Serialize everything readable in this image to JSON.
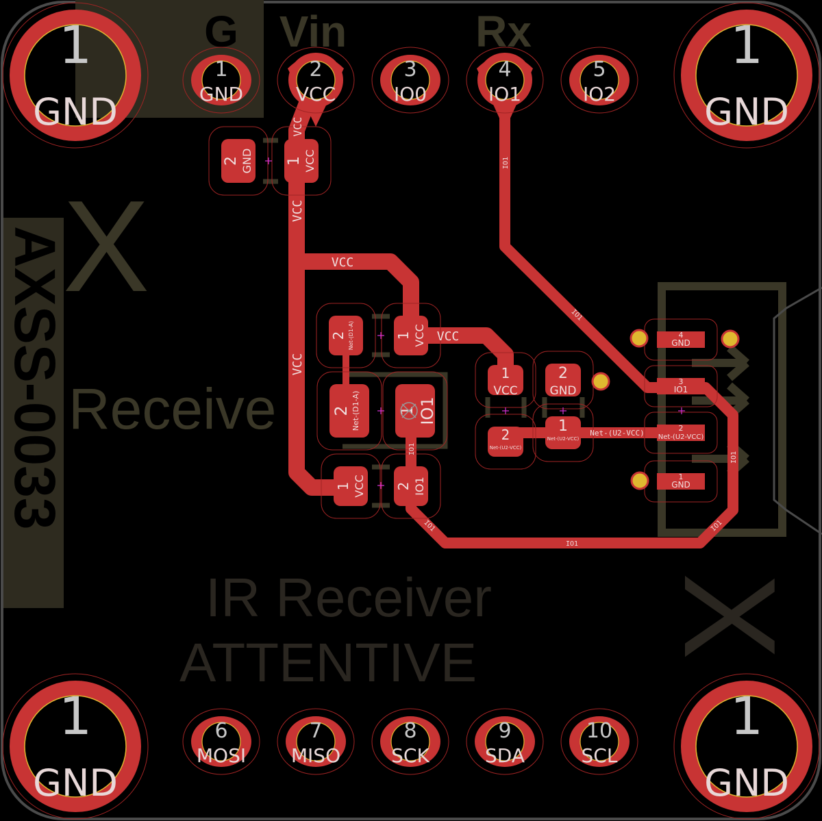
{
  "silkscreen": {
    "g": "G",
    "vin": "Vin",
    "rx": "Rx",
    "receive": "Receive",
    "ir_receiver": "IR Receiver",
    "part_code": "AXSS-0033",
    "brand": "ATTENTIVE",
    "logo": "X"
  },
  "header_pins": [
    {
      "num": "1",
      "net": "GND"
    },
    {
      "num": "2",
      "net": "VCC"
    },
    {
      "num": "3",
      "net": "IO0"
    },
    {
      "num": "4",
      "net": "IO1"
    },
    {
      "num": "5",
      "net": "IO2"
    }
  ],
  "footer_pins": [
    {
      "num": "6",
      "net": "MOSI"
    },
    {
      "num": "7",
      "net": "MISO"
    },
    {
      "num": "8",
      "net": "SCK"
    },
    {
      "num": "9",
      "net": "SDA"
    },
    {
      "num": "10",
      "net": "SCL"
    }
  ],
  "mount_holes": [
    {
      "num": "1",
      "net": "GND"
    },
    {
      "num": "1",
      "net": "GND"
    },
    {
      "num": "1",
      "net": "GND"
    },
    {
      "num": "1",
      "net": "GND"
    }
  ],
  "tracks": {
    "vcc": "VCC",
    "io1": "IO1",
    "u2vcc": "Net-(U2-VCC)"
  },
  "components": {
    "c_top": [
      {
        "num": "2",
        "net": "GND"
      },
      {
        "num": "1",
        "net": "VCC"
      }
    ],
    "r_led": [
      {
        "num": "2",
        "net": "Net-(D1-A)"
      },
      {
        "num": "1",
        "net": "VCC"
      }
    ],
    "d1": [
      {
        "num": "2",
        "net": "Net-(D1-A)"
      },
      {
        "num": "1",
        "net": "IO1"
      }
    ],
    "c_bot": [
      {
        "num": "1",
        "net": "VCC"
      },
      {
        "num": "2",
        "net": "IO1"
      }
    ],
    "c_right": [
      {
        "num": "1",
        "net": "VCC"
      },
      {
        "num": "2",
        "net": "Net-(U2-VCC)"
      }
    ],
    "r_right": [
      {
        "num": "2",
        "net": "GND"
      },
      {
        "num": "1",
        "net": "Net-(U2-VCC)"
      }
    ],
    "u2": [
      {
        "num": "4",
        "net": "GND"
      },
      {
        "num": "3",
        "net": "IO1"
      },
      {
        "num": "2",
        "net": "Net-(U2-VCC)"
      },
      {
        "num": "1",
        "net": "GND"
      }
    ]
  },
  "colors": {
    "copper": "#c83434",
    "silk": "#3a3727",
    "drill": "#e0b830",
    "board_edge": "#4a4a4a"
  }
}
